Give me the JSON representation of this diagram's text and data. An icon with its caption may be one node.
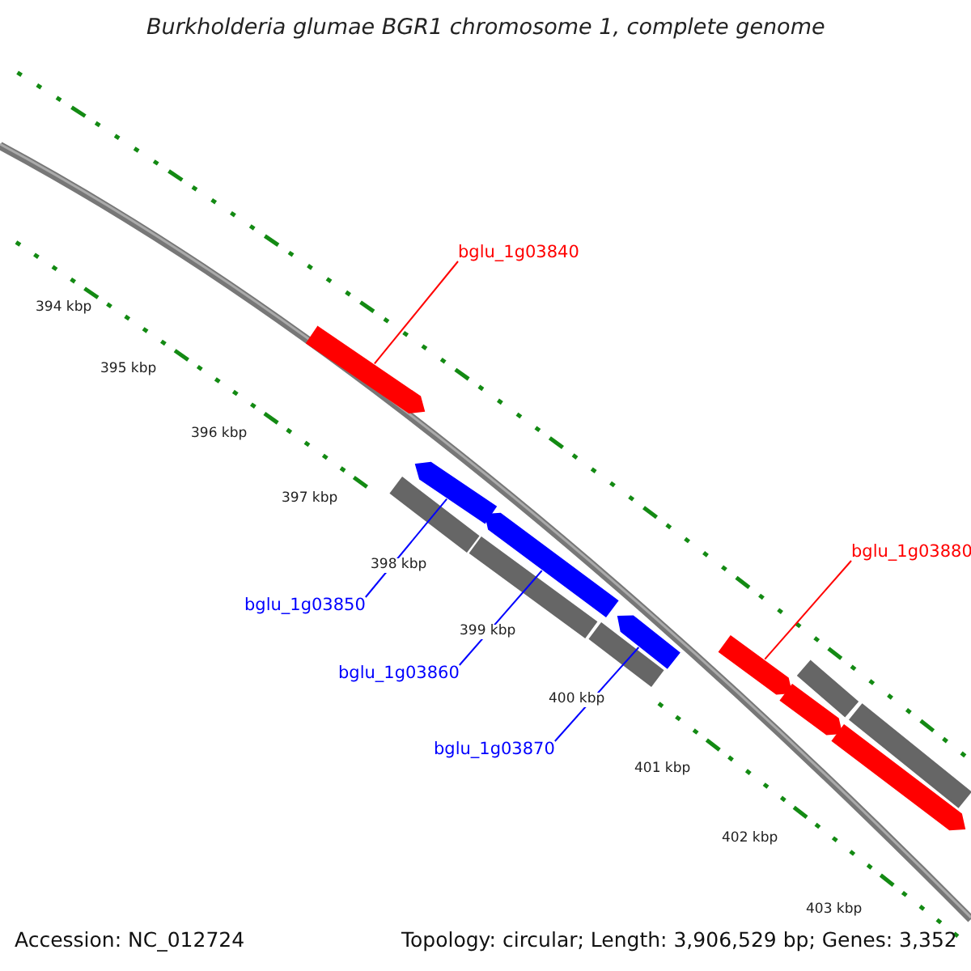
{
  "diagram": {
    "title": "Burkholderia glumae BGR1 chromosome 1, complete genome",
    "nodes": [
      {
        "text": [
          "bglu_1g03840"
        ]
      },
      {
        "text": [],
        "shape": "arrow"
      },
      {
        "text": [
          "bglu_1g03850"
        ]
      },
      {
        "text": [],
        "shape": "arrow"
      },
      {
        "text": [
          "bglu_1g03860"
        ]
      },
      {
        "text": [],
        "shape": "arrow"
      },
      {
        "text": [
          "bglu_1g03870"
        ]
      },
      {
        "text": [],
        "shape": "arrow"
      },
      {
        "text": [
          "bglu_1g03880"
        ]
      },
      {
        "text": [],
        "shape": "arrow"
      },
      {
        "text": [],
        "shape": "bar"
      },
      {
        "text": [],
        "shape": "bar"
      },
      {
        "text": [],
        "shape": "bar"
      },
      {
        "text": [],
        "shape": "bar"
      },
      {
        "text": [],
        "shape": "bar"
      },
      {
        "text": [],
        "shape": "arrow"
      },
      {
        "text": [],
        "shape": "arrow"
      }
    ],
    "edges": [
      {
        "from": 0,
        "to": 1,
        "arrow": "none",
        "color": "#ff0000"
      },
      {
        "from": 2,
        "to": 3,
        "arrow": "none"
      },
      {
        "from": 4,
        "to": 5,
        "arrow": "none"
      },
      {
        "from": 6,
        "to": 7,
        "arrow": "none"
      },
      {
        "from": 8,
        "to": 9,
        "arrow": "none",
        "color": "#ff0000"
      }
    ],
    "labels": [
      "394 kbp",
      "395 kbp",
      "396 kbp",
      "397 kbp",
      "398 kbp",
      "399 kbp",
      "400 kbp",
      "401 kbp",
      "402 kbp",
      "403 kbp",
      "Accession: NC_012724",
      "Topology: circular; Length: 3,906,529 bp; Genes: 3,352"
    ]
  }
}
